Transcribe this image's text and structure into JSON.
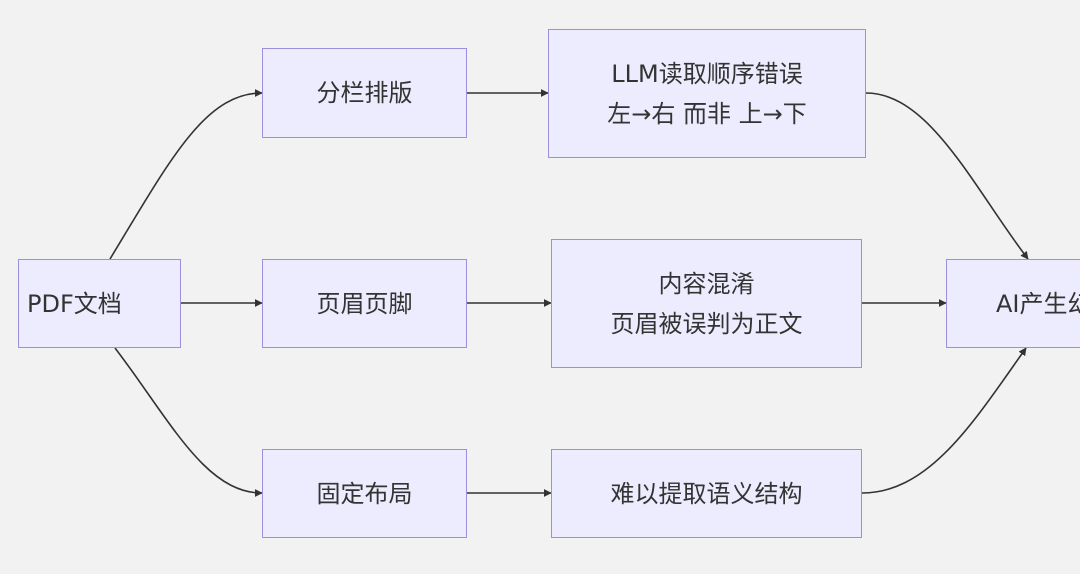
{
  "diagram": {
    "nodes": {
      "pdf": {
        "lines": [
          "PDF文档"
        ]
      },
      "multi_column": {
        "lines": [
          "分栏排版"
        ]
      },
      "header_footer": {
        "lines": [
          "页眉页脚"
        ]
      },
      "fixed_layout": {
        "lines": [
          "固定布局"
        ]
      },
      "read_order_error": {
        "lines": [
          "LLM读取顺序错误",
          "左→右 而非 上→下"
        ]
      },
      "content_confusion": {
        "lines": [
          "内容混淆",
          "页眉被误判为正文"
        ]
      },
      "semantic_difficulty": {
        "lines": [
          "难以提取语义结构"
        ]
      },
      "ai_output": {
        "lines": [
          "AI产生幻"
        ]
      }
    },
    "edges": [
      {
        "from": "pdf",
        "to": "multi_column"
      },
      {
        "from": "pdf",
        "to": "header_footer"
      },
      {
        "from": "pdf",
        "to": "fixed_layout"
      },
      {
        "from": "multi_column",
        "to": "read_order_error"
      },
      {
        "from": "header_footer",
        "to": "content_confusion"
      },
      {
        "from": "fixed_layout",
        "to": "semantic_difficulty"
      },
      {
        "from": "read_order_error",
        "to": "ai_output"
      },
      {
        "from": "content_confusion",
        "to": "ai_output"
      },
      {
        "from": "semantic_difficulty",
        "to": "ai_output"
      }
    ]
  }
}
